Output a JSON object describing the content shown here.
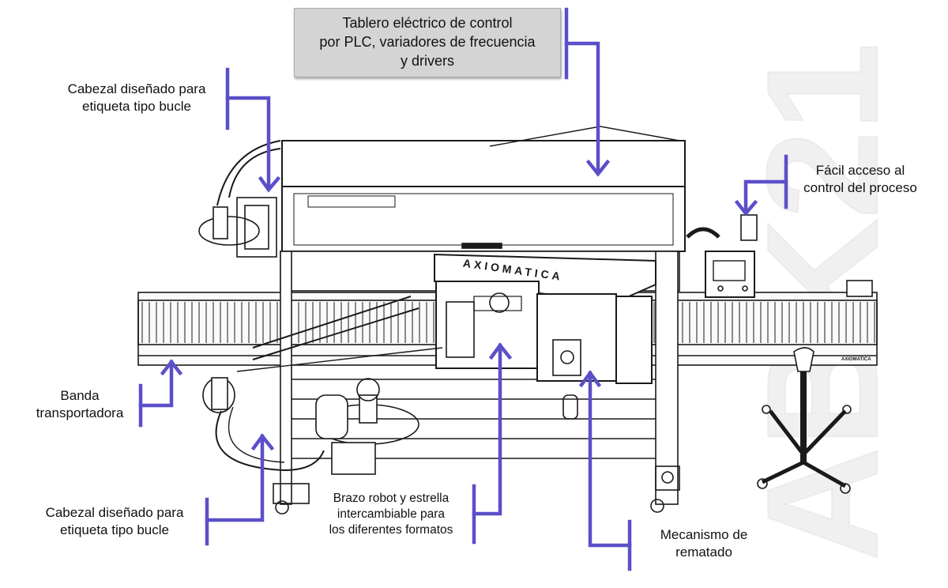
{
  "callouts": {
    "control_panel": "Tablero eléctrico de control\npor PLC, variadores de frecuencia\ny drivers",
    "head_top": "Cabezal diseñado para\netiqueta tipo bucle",
    "easy_access": "Fácil acceso al\ncontrol del proceso",
    "conveyor": "Banda\ntransportadora",
    "head_bottom": "Cabezal diseñado para\netiqueta tipo bucle",
    "robot_arm": "Brazo robot y estrella\nintercambiable para\nlos diferentes formatos",
    "capping": "Mecanismo de\nrematado"
  },
  "machine_brand": "AXIOMATICA",
  "side_brand": "AXIOMATICA",
  "watermark": "ABK21",
  "colors": {
    "arrow": "#5b4fc9",
    "box_fill": "#d4d4d4",
    "line": "#1a1a1a"
  }
}
